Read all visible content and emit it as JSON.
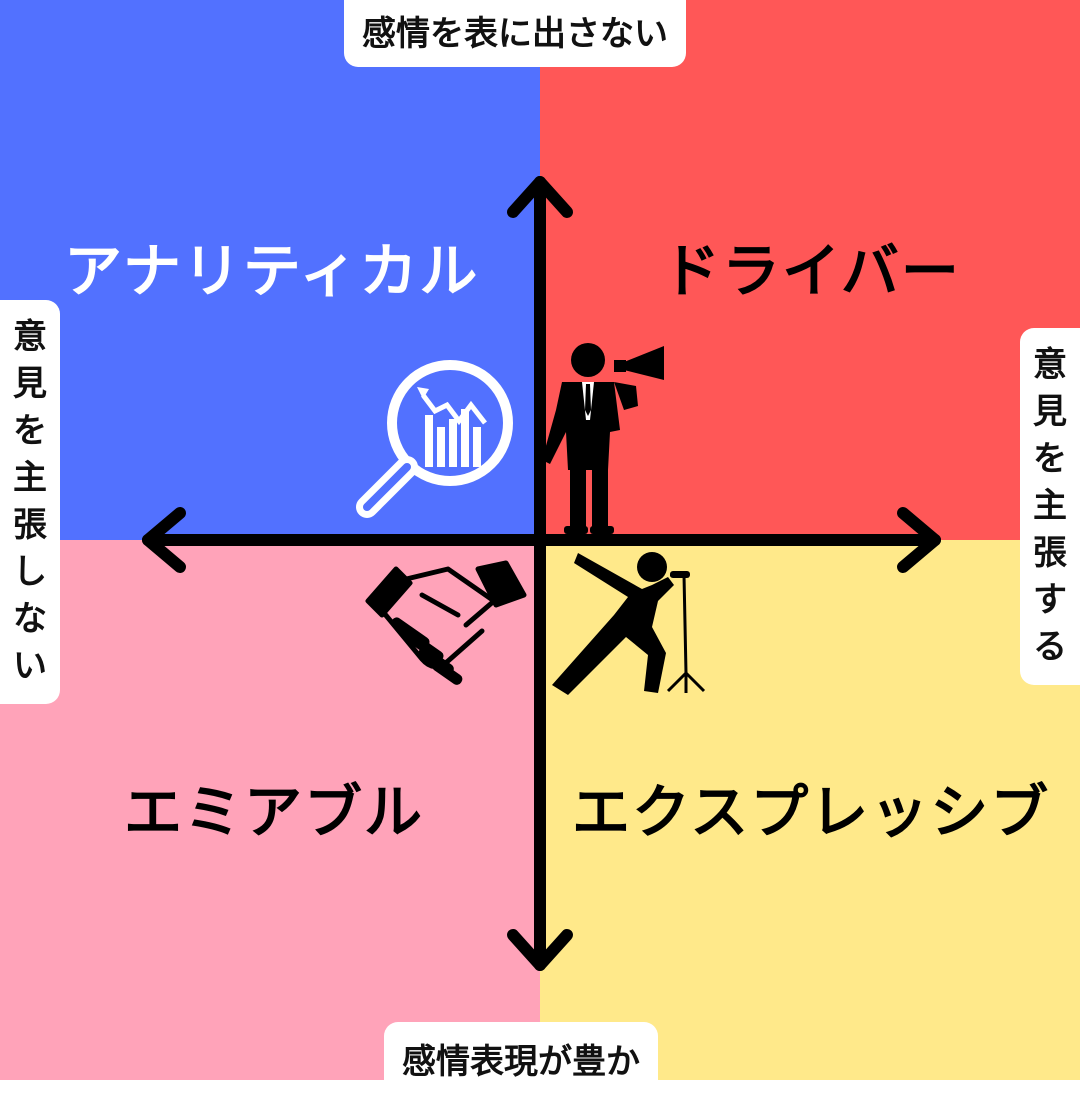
{
  "colors": {
    "top_left": "#5271ff",
    "top_right": "#ff5757",
    "bottom_left": "#ffa3b9",
    "bottom_right": "#ffe98a",
    "axis": "#000000"
  },
  "quadrants": {
    "top_left": "アナリティカル",
    "top_right": "ドライバー",
    "bottom_left": "エミアブル",
    "bottom_right": "エクスプレッシブ"
  },
  "axes": {
    "top": "感情を表に出さない",
    "bottom": "感情表現が豊か",
    "left": "意見を主張しない",
    "right": "意見を主張する"
  },
  "icons": {
    "top_left": "magnifier-chart-icon",
    "top_right": "megaphone-businessman-icon",
    "bottom_left": "handshake-icon",
    "bottom_right": "singer-microphone-icon"
  }
}
